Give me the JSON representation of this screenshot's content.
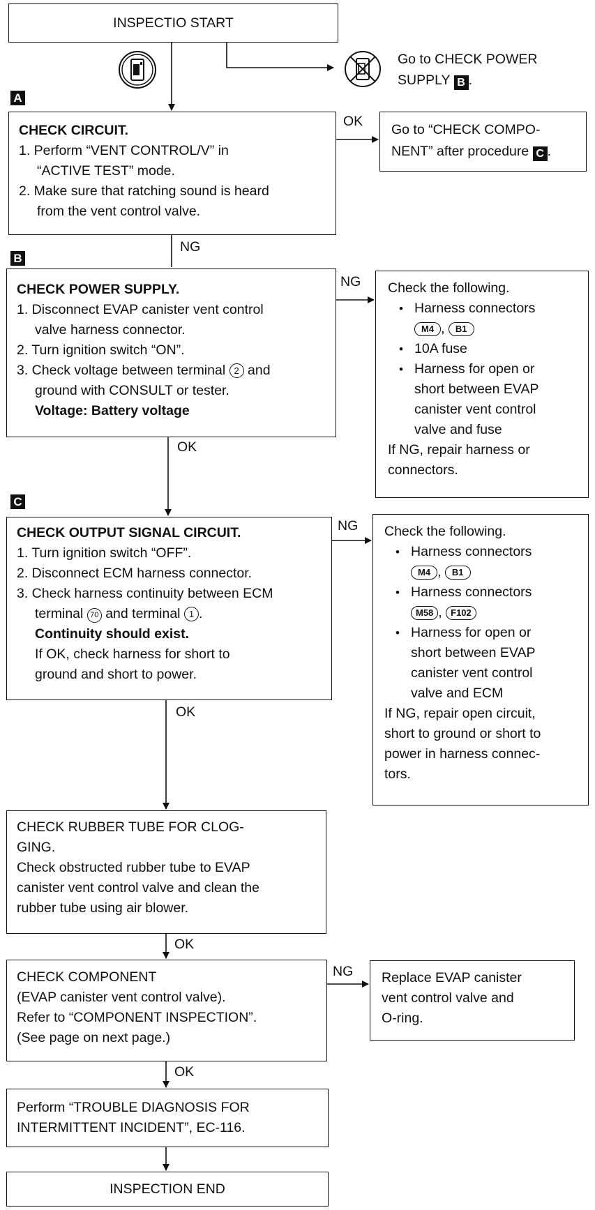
{
  "start": {
    "label": "INSPECTIO START"
  },
  "ok_label": "OK",
  "ng_label": "NG",
  "go_power": {
    "pre": "Go to CHECK POWER",
    "line2": "SUPPLY",
    "tag": "B",
    "post": "."
  },
  "section_a": "A",
  "section_b": "B",
  "section_c": "C",
  "check_circuit": {
    "title": "CHECK CIRCUIT.",
    "s1a": "1. Perform “VENT CONTROL/V” in",
    "s1b": "“ACTIVE TEST” mode.",
    "s2a": "2. Make sure that ratching sound is heard",
    "s2b": "from the vent control valve."
  },
  "go_component": {
    "line1": "Go to “CHECK COMPO-",
    "line2": "NENT” after procedure",
    "tag": "C",
    "post": "."
  },
  "power_supply": {
    "title": "CHECK POWER SUPPLY.",
    "s1a": "1. Disconnect EVAP canister vent control",
    "s1b": "valve harness connector.",
    "s2": "2. Turn ignition switch “ON”.",
    "s3a": "3. Check voltage between terminal",
    "s3_terminal": "2",
    "s3a_end": "and",
    "s3b": "ground with CONSULT or tester.",
    "voltage": "Voltage: Battery voltage"
  },
  "power_ng": {
    "intro": "Check the following.",
    "b1": "Harness connectors",
    "c1": "M4",
    "c2": "B1",
    "b2": "10A fuse",
    "b3a": "Harness for open or",
    "b3b": "short between EVAP",
    "b3c": "canister vent control",
    "b3d": "valve and fuse",
    "r1": "If NG, repair harness or",
    "r2": "connectors."
  },
  "output_signal": {
    "title": "CHECK OUTPUT SIGNAL CIRCUIT.",
    "s1": "1. Turn ignition switch “OFF”.",
    "s2": "2. Disconnect ECM harness connector.",
    "s3a": "3. Check harness continuity between ECM",
    "s3b_pre": "terminal",
    "t1": "70",
    "s3b_mid": "and terminal",
    "t2": "1",
    "s3b_post": ".",
    "cont": "Continuity should exist.",
    "if1": "If OK, check harness for short to",
    "if2": "ground and short to power."
  },
  "output_ng": {
    "intro": "Check the following.",
    "b1": "Harness connectors",
    "c1": "M4",
    "c2": "B1",
    "b2": "Harness connectors",
    "c3": "M58",
    "c4": "F102",
    "b3a": "Harness for open or",
    "b3b": "short between EVAP",
    "b3c": "canister vent control",
    "b3d": "valve and ECM",
    "r1": "If NG, repair open circuit,",
    "r2": "short to ground or short to",
    "r3": "power in harness connec-",
    "r4": "tors."
  },
  "rubber": {
    "l1": "CHECK RUBBER TUBE FOR CLOG-",
    "l2": "GING.",
    "l3": "Check obstructed rubber tube to EVAP",
    "l4": "canister vent control valve and clean the",
    "l5": "rubber tube using air blower."
  },
  "component": {
    "l1": "CHECK COMPONENT",
    "l2": "(EVAP canister vent control valve).",
    "l3": "Refer to “COMPONENT INSPECTION”.",
    "l4": "(See page on next page.)"
  },
  "replace": {
    "l1": "Replace EVAP canister",
    "l2": "vent control valve and",
    "l3": "O-ring."
  },
  "trouble": {
    "l1": "Perform “TROUBLE DIAGNOSIS FOR",
    "l2": "INTERMITTENT INCIDENT”, EC-116."
  },
  "end": {
    "label": "INSPECTION END"
  },
  "icons": {
    "with_consult": "consult-device-icon",
    "without_consult": "no-consult-device-icon"
  }
}
